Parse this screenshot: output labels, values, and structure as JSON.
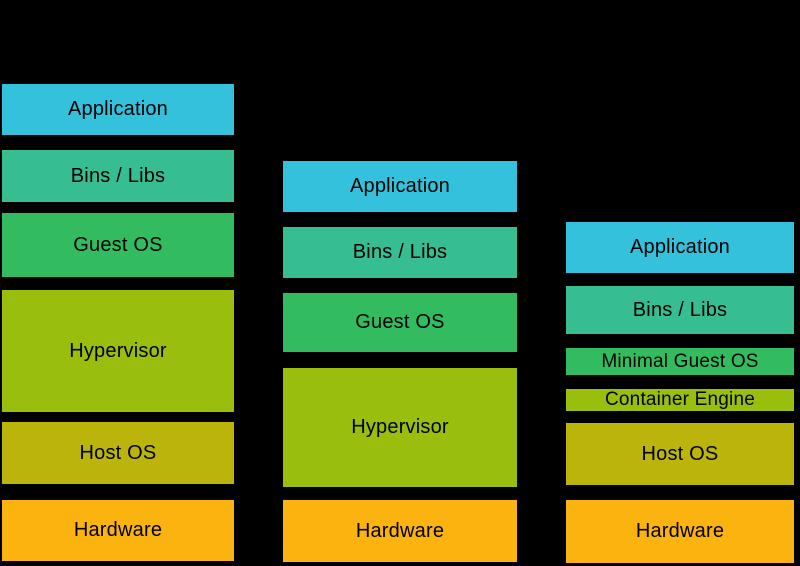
{
  "canvas": {
    "background": "#000000",
    "text_color": "#000000"
  },
  "diagram": {
    "description": "Three stacked architecture columns (virtualization vs containers layers)",
    "columns": [
      {
        "name": "column-1",
        "boxes": [
          {
            "label": "Application",
            "color": "#33C1DC"
          },
          {
            "label": "Bins / Libs",
            "color": "#36BD92"
          },
          {
            "label": "Guest OS",
            "color": "#33BC5F"
          },
          {
            "label": "Hypervisor",
            "color": "#99BE0E"
          },
          {
            "label": "Host OS",
            "color": "#BBB40B"
          },
          {
            "label": "Hardware",
            "color": "#FBB40F"
          }
        ]
      },
      {
        "name": "column-2",
        "boxes": [
          {
            "label": "Application",
            "color": "#33C1DC"
          },
          {
            "label": "Bins / Libs",
            "color": "#36BD92"
          },
          {
            "label": "Guest OS",
            "color": "#33BC5F"
          },
          {
            "label": "Hypervisor",
            "color": "#99BE0E"
          },
          {
            "label": "Hardware",
            "color": "#FBB40F"
          }
        ]
      },
      {
        "name": "column-3",
        "boxes": [
          {
            "label": "Application",
            "color": "#33C1DC"
          },
          {
            "label": "Bins / Libs",
            "color": "#36BD92"
          },
          {
            "label": "Minimal Guest OS",
            "color": "#33BC5F"
          },
          {
            "label": "Container Engine",
            "color": "#99BE0E"
          },
          {
            "label": "Host OS",
            "color": "#BBB40B"
          },
          {
            "label": "Hardware",
            "color": "#FBB40F"
          }
        ]
      }
    ]
  }
}
